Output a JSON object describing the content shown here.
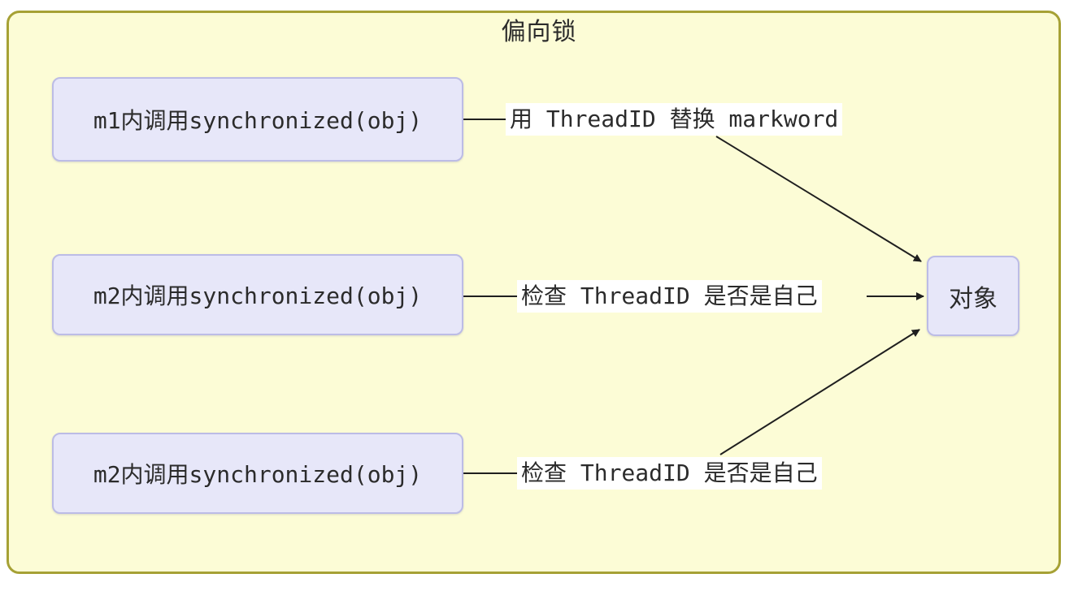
{
  "diagram": {
    "title": "偏向锁",
    "nodes": [
      {
        "id": "m1",
        "label": "m1内调用synchronized(obj)"
      },
      {
        "id": "m2a",
        "label": "m2内调用synchronized(obj)"
      },
      {
        "id": "m2b",
        "label": "m2内调用synchronized(obj)"
      },
      {
        "id": "obj",
        "label": "对象"
      }
    ],
    "edges": [
      {
        "from": "m1",
        "to": "obj",
        "label": "用 ThreadID 替换 markword"
      },
      {
        "from": "m2a",
        "to": "obj",
        "label": "检查 ThreadID 是否是自己"
      },
      {
        "from": "m2b",
        "to": "obj",
        "label": "检查 ThreadID 是否是自己"
      }
    ],
    "colors": {
      "canvas_bg": "#fcfcd6",
      "canvas_border": "#a6a135",
      "node_bg": "#e7e7f9",
      "node_border": "#bcbce6",
      "edge_stroke": "#1f1f1f",
      "edge_label_bg": "#ffffff",
      "text": "#2b2b2b"
    }
  }
}
